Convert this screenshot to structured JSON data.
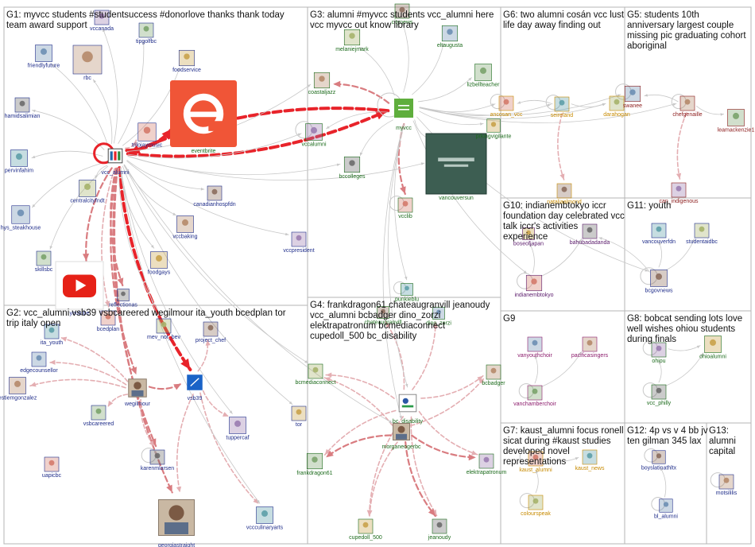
{
  "groups": [
    {
      "id": "G1",
      "title": [
        "G1: myvcc students #studentsuccess #donorlove thanks thank today",
        "team award support"
      ]
    },
    {
      "id": "G2",
      "title": [
        "G2: vcc_alumni vsb39 vsbcareered wegilmour ita_youth bcedplan tor",
        "trip italy open"
      ]
    },
    {
      "id": "G3",
      "title": [
        "G3: alumni #myvcc students vcc_alumni here",
        "vcc myvcc out know library"
      ]
    },
    {
      "id": "G4",
      "title": [
        "G4: frankdragon61 chateaugranvill jeanoudy",
        "vcc_alumni bcbadger dino_zorzi",
        "elektrapatronum bcmediaconnect",
        "cupedoll_500 bc_disability"
      ]
    },
    {
      "id": "G5",
      "title": [
        "G5: students 10th",
        "anniversary largest couple",
        "missing pic graduating cohort",
        "aboriginal"
      ]
    },
    {
      "id": "G6",
      "title": [
        "G6: two alumni cosán vcc lust",
        "life day away finding out"
      ]
    },
    {
      "id": "G7",
      "title": [
        "G7: kaust_alumni focus ronell",
        "sicat during #kaust studies",
        "developed novel",
        "representations"
      ]
    },
    {
      "id": "G8",
      "title": [
        "G8: bobcat sending lots love",
        "well wishes ohiou students",
        "during finals"
      ]
    },
    {
      "id": "G9",
      "title": [
        "G9"
      ]
    },
    {
      "id": "G10",
      "title": [
        "G10: indianembtokyo iccr",
        "foundation day celebrated vcc",
        "talk iccr's activities",
        "experience"
      ]
    },
    {
      "id": "G11",
      "title": [
        "G11: youth"
      ]
    },
    {
      "id": "G12",
      "title": [
        "G12: 4p vs v 4 bb jv",
        "ten gilman 345 lax"
      ]
    },
    {
      "id": "G13",
      "title": [
        "G13:",
        "alumni",
        "capital"
      ]
    }
  ],
  "nodes": {
    "vcc_alumni": {
      "label": "vcc_alumni",
      "color": "#1f2d8a",
      "icon": "vcc-logo-icon"
    },
    "myvcc": {
      "label": "myvcc",
      "color": "#1c6b1c",
      "icon": "myvcc-logo-icon"
    },
    "eventbrite": {
      "label": "eventbrite",
      "color": "#1c6b1c",
      "icon": "eventbrite-logo-icon"
    },
    "youtube": {
      "label": "youtube",
      "color": "#1f2d8a",
      "icon": "youtube-logo-icon"
    },
    "vancouversun": {
      "label": "vancouversun",
      "color": "#1c6b1c",
      "icon": "vancouversun-logo-icon"
    },
    "bc_disability": {
      "label": "bc_disability",
      "color": "#1c6b1c",
      "icon": "bc-disability-logo-icon"
    },
    "wegilmour": {
      "label": "wegilmour",
      "color": "#1f2d8a",
      "icon": "avatar-icon"
    },
    "vsb39": {
      "label": "vsb39",
      "color": "#1f2d8a",
      "icon": "vsb-logo-icon"
    },
    "georgiastraight": {
      "label": "georgiastraight",
      "color": "#1f2d8a",
      "icon": "avatar-icon"
    },
    "morganeogerbc": {
      "label": "morganeogerbc",
      "color": "#1c6b1c",
      "icon": "avatar-icon"
    },
    "friendlyfuture": {
      "label": "friendlyfuture",
      "color": "#1f2d8a"
    },
    "rbc": {
      "label": "rbc",
      "color": "#1f2d8a"
    },
    "tipgolfbc": {
      "label": "tipgolfbc",
      "color": "#1f2d8a"
    },
    "vccanada": {
      "label": "vccanada",
      "color": "#1f2d8a"
    },
    "foodservice": {
      "label": "foodservice",
      "color": "#1f2d8a"
    },
    "hamidsalimian": {
      "label": "hamidsalimian",
      "color": "#1f2d8a"
    },
    "trilojaymusic": {
      "label": "trilojaymusic",
      "color": "#1f2d8a"
    },
    "pervinfahim": {
      "label": "pervinfahim",
      "color": "#1f2d8a"
    },
    "centralcityfndt": {
      "label": "centralcityfndt",
      "color": "#1f2d8a"
    },
    "canadianhospfdn": {
      "label": "canadianhospfdn",
      "color": "#1f2d8a"
    },
    "hys_steakhouse": {
      "label": "hys_steakhouse",
      "color": "#1f2d8a"
    },
    "vccbaking": {
      "label": "vccbaking",
      "color": "#1f2d8a"
    },
    "skillsbc": {
      "label": "skillsbc",
      "color": "#1f2d8a"
    },
    "vccpresident": {
      "label": "vccpresident",
      "color": "#1f2d8a"
    },
    "foodgays": {
      "label": "foodgays",
      "color": "#1f2d8a"
    },
    "reflectionas": {
      "label": "reflectionas",
      "color": "#1f2d8a"
    },
    "bcedplan": {
      "label": "bcedplan",
      "color": "#1f2d8a"
    },
    "ita_youth": {
      "label": "ita_youth",
      "color": "#1f2d8a"
    },
    "mev_not_bev": {
      "label": "mev_not_bev",
      "color": "#1f2d8a"
    },
    "project_chef": {
      "label": "project_chef",
      "color": "#1f2d8a"
    },
    "edgecounsellor": {
      "label": "edgecounsellor",
      "color": "#1f2d8a"
    },
    "estiemgonzalez": {
      "label": "estiemgonzalez",
      "color": "#1f2d8a"
    },
    "vsbcareered": {
      "label": "vsbcareered",
      "color": "#1f2d8a"
    },
    "tuppercaf": {
      "label": "tuppercaf",
      "color": "#1f2d8a"
    },
    "tor": {
      "label": "tor",
      "color": "#1f2d8a"
    },
    "karenmlarsen": {
      "label": "karenmlarsen",
      "color": "#1f2d8a"
    },
    "uapicbc": {
      "label": "uapicbc",
      "color": "#1f2d8a"
    },
    "vccculinaryarts": {
      "label": "vccculinaryarts",
      "color": "#1f2d8a"
    },
    "melaniejmark": {
      "label": "melaniejmark",
      "color": "#1c6b1c"
    },
    "citylibrary": {
      "label": "citynews",
      "color": "#1c6b1c"
    },
    "eltaugusta": {
      "label": "eltaugusta",
      "color": "#1c6b1c"
    },
    "coastaljazz": {
      "label": "coastaljazz",
      "color": "#1c6b1c"
    },
    "lizbellteacher": {
      "label": "lizbellteacher",
      "color": "#1c6b1c"
    },
    "vccalumni": {
      "label": "vccalumni",
      "color": "#1c6b1c"
    },
    "prkingvigilante": {
      "label": "prkingvigilante",
      "color": "#1c6b1c"
    },
    "bccolleges": {
      "label": "bccolleges",
      "color": "#1c6b1c"
    },
    "vcclib": {
      "label": "vcclib",
      "color": "#1c6b1c"
    },
    "punkiebu": {
      "label": "punkieblu",
      "color": "#1c6b1c"
    },
    "bcmediaconnect": {
      "label": "bcmediaconnect",
      "color": "#1c6b1c"
    },
    "chateaugranvill": {
      "label": "chateaugranvill",
      "color": "#1c6b1c"
    },
    "dino_zorzi": {
      "label": "dino_zorzi",
      "color": "#1c6b1c"
    },
    "bcbadger": {
      "label": "bcbadger",
      "color": "#1c6b1c"
    },
    "frankdragon61": {
      "label": "frankdragon61",
      "color": "#1c6b1c"
    },
    "elektrapatronum": {
      "label": "elektrapatronum",
      "color": "#1c6b1c"
    },
    "cupedoll_500": {
      "label": "cupedoll_500",
      "color": "#1c6b1c"
    },
    "jeanoudy": {
      "label": "jeanoudy",
      "color": "#1c6b1c"
    },
    "ancosan_vcc": {
      "label": "ancosan_vcc",
      "color": "#c78a00"
    },
    "seireland": {
      "label": "seireland",
      "color": "#c78a00"
    },
    "darahogan": {
      "label": "darahogan",
      "color": "#c78a00"
    },
    "nataliaalmond": {
      "label": "nataliaalmond",
      "color": "#c78a00"
    },
    "swanee": {
      "label": "swanee",
      "color": "#8b1a1a"
    },
    "chefgenaille": {
      "label": "chefgenaille",
      "color": "#8b1a1a"
    },
    "leamackenzie1": {
      "label": "leamackenzie1",
      "color": "#8b1a1a"
    },
    "can_indigenous": {
      "label": "can_indigenous",
      "color": "#8b1a1a"
    },
    "boseofjapan": {
      "label": "boseofjapan",
      "color": "#5a1a6b"
    },
    "bahubadadanda": {
      "label": "bahubadadanda",
      "color": "#5a1a6b"
    },
    "indianembtokyo": {
      "label": "indianembtokyo",
      "color": "#5a1a6b"
    },
    "vancouverfdn": {
      "label": "vancouverfdn",
      "color": "#1f2d8a"
    },
    "studentaidbc": {
      "label": "studentaidbc",
      "color": "#1f2d8a"
    },
    "bcgovnews": {
      "label": "bcgovnews",
      "color": "#1f2d8a"
    },
    "vanyouthchoir": {
      "label": "vanyouthchoir",
      "color": "#8b1a6b"
    },
    "pacificasingers": {
      "label": "pacificasingers",
      "color": "#8b1a6b"
    },
    "vanchamberchoir": {
      "label": "vanchamberchoir",
      "color": "#8b1a6b"
    },
    "ohiou": {
      "label": "ohiou",
      "color": "#1c6b1c"
    },
    "ohioalumni": {
      "label": "ohioalumni",
      "color": "#1c6b1c"
    },
    "vcc_philly": {
      "label": "vcc_philly",
      "color": "#1c6b1c"
    },
    "kaust_alumni": {
      "label": "kaust_alumni",
      "color": "#c78a00"
    },
    "kaust_news": {
      "label": "kaust_news",
      "color": "#c78a00"
    },
    "colourspeak": {
      "label": "colourspeak",
      "color": "#c78a00"
    },
    "boyslatinathltx": {
      "label": "boyslatinathltx",
      "color": "#1f2d8a"
    },
    "bl_alumni": {
      "label": "bl_alumni",
      "color": "#1f2d8a"
    },
    "motsililis": {
      "label": "motsililis",
      "color": "#1f2d8a"
    }
  },
  "colors": {
    "heavy_edge": "#e8232a",
    "strong_edge": "#d97c80",
    "medium_edge": "#e4aeb2",
    "light_edge": "#c8c8c8",
    "group_border": "#b5b5b5"
  }
}
